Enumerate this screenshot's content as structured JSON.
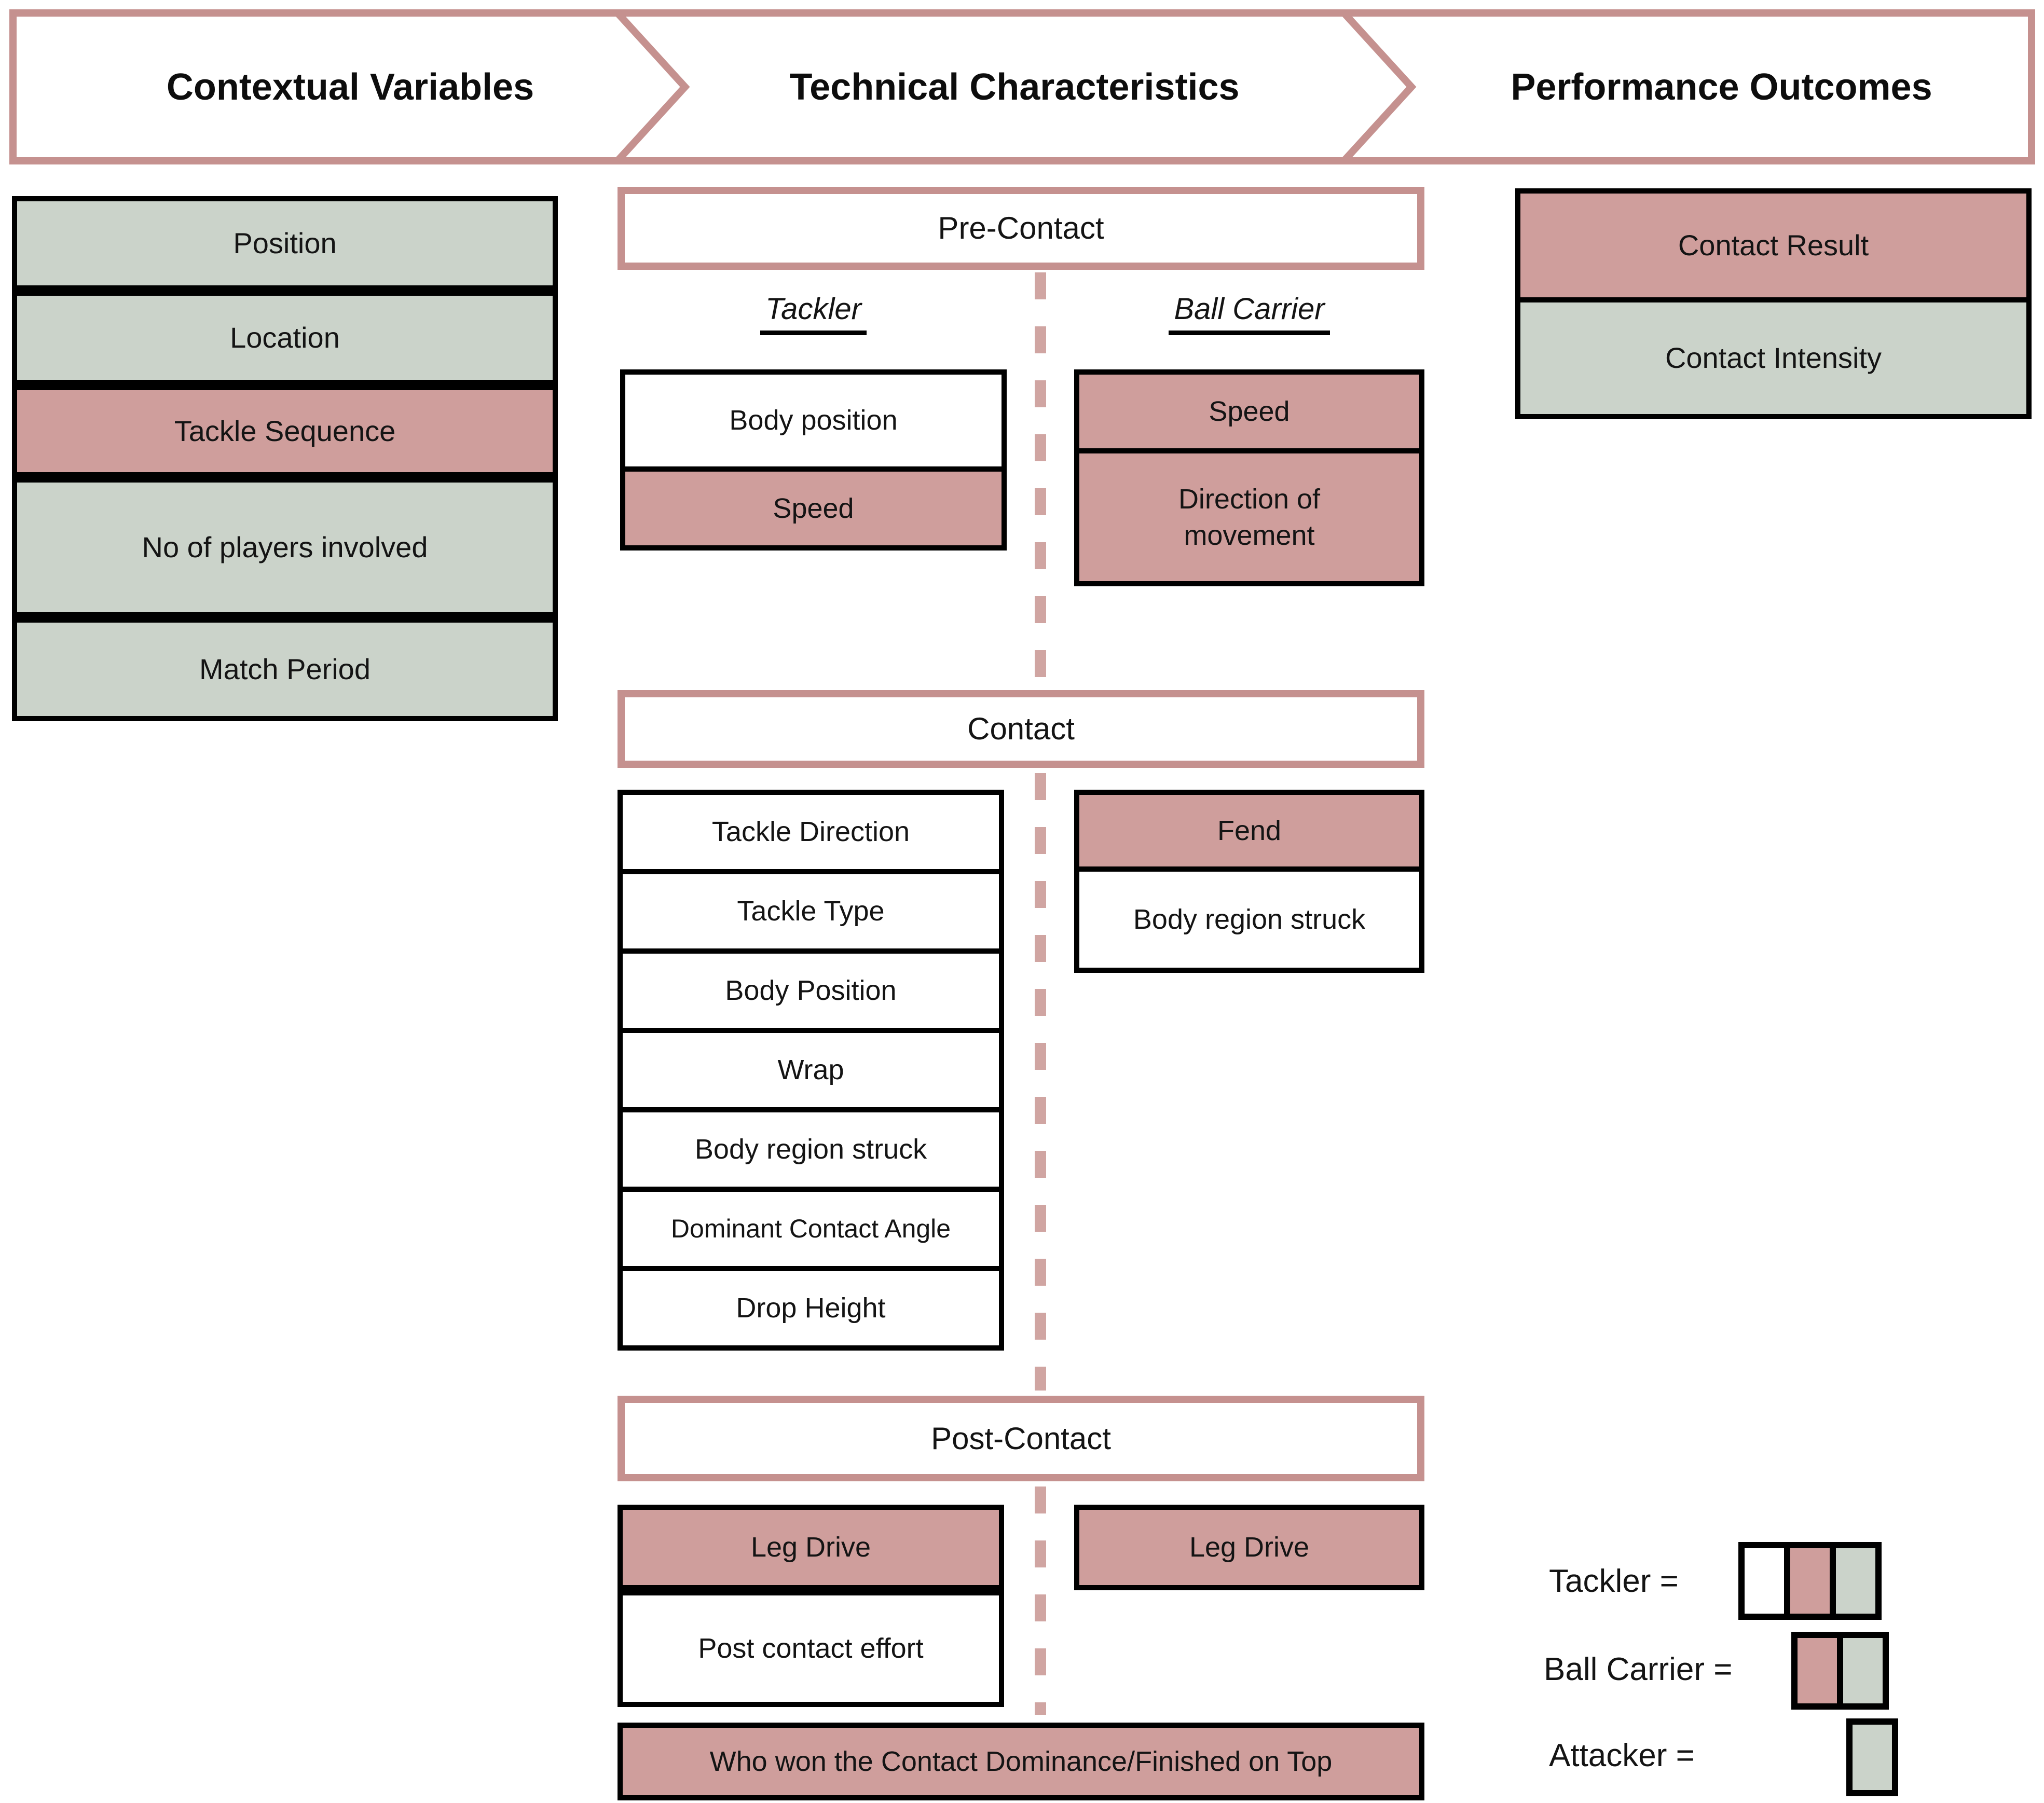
{
  "banner": {
    "items": [
      {
        "label": "Contextual Variables"
      },
      {
        "label": "Technical Characteristics"
      },
      {
        "label": "Performance Outcomes"
      }
    ]
  },
  "contextual": {
    "items": [
      {
        "label": "Position",
        "tone": "green"
      },
      {
        "label": "Location",
        "tone": "green"
      },
      {
        "label": "Tackle Sequence",
        "tone": "pink"
      },
      {
        "label": "No of players involved",
        "tone": "green"
      },
      {
        "label": "Match Period",
        "tone": "green"
      }
    ]
  },
  "performance": {
    "items": [
      {
        "label": "Contact Result",
        "tone": "pink"
      },
      {
        "label": "Contact Intensity",
        "tone": "green"
      }
    ]
  },
  "technical": {
    "pre_contact": {
      "title": "Pre-Contact",
      "tackler_heading": "Tackler",
      "ball_carrier_heading": "Ball Carrier",
      "tackler_items": [
        {
          "label": "Body position",
          "tone": "white"
        },
        {
          "label": "Speed",
          "tone": "pink"
        }
      ],
      "ball_carrier_items": [
        {
          "label": "Speed",
          "tone": "pink"
        },
        {
          "label": "Direction of movement",
          "tone": "pink"
        }
      ]
    },
    "contact": {
      "title": "Contact",
      "tackler_items": [
        {
          "label": "Tackle Direction",
          "tone": "white"
        },
        {
          "label": "Tackle Type",
          "tone": "white"
        },
        {
          "label": "Body Position",
          "tone": "white"
        },
        {
          "label": "Wrap",
          "tone": "white"
        },
        {
          "label": "Body region struck",
          "tone": "white"
        },
        {
          "label": "Dominant Contact Angle",
          "tone": "white"
        },
        {
          "label": "Drop Height",
          "tone": "white"
        }
      ],
      "ball_carrier_items": [
        {
          "label": "Fend",
          "tone": "pink"
        },
        {
          "label": "Body region struck",
          "tone": "white"
        }
      ]
    },
    "post_contact": {
      "title": "Post-Contact",
      "tackler_items": [
        {
          "label": "Leg Drive",
          "tone": "pink"
        },
        {
          "label": "Post contact effort",
          "tone": "white"
        }
      ],
      "ball_carrier_items": [
        {
          "label": "Leg Drive",
          "tone": "pink"
        }
      ],
      "summary": "Who won the Contact Dominance/Finished on Top"
    }
  },
  "legend": {
    "rows": [
      {
        "label": "Tackler =",
        "swatches": [
          "white",
          "pink",
          "green"
        ]
      },
      {
        "label": "Ball Carrier =",
        "swatches": [
          "pink",
          "green"
        ]
      },
      {
        "label": "Attacker =",
        "swatches": [
          "green"
        ]
      }
    ]
  },
  "colors": {
    "pink_fill": "#cf9e9c",
    "green_fill": "#cbd3ca",
    "banner_stroke": "#c5918f",
    "dash_stroke": "#d0a5a2",
    "box_border": "#000000",
    "white_fill": "#ffffff"
  }
}
